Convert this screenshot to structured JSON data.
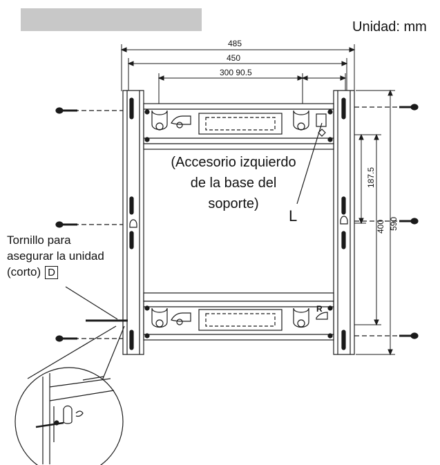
{
  "unit_label": "Unidad: mm",
  "dimensions": {
    "total_width": "485",
    "frame_width": "450",
    "hole_spacing": "300 90.5",
    "vertical_short": "187.5",
    "vertical_mid": "400",
    "vertical_total": "590"
  },
  "accessory_label": {
    "line1": "(Accesorio izquierdo",
    "line2": "de la base del",
    "line3": "soporte)"
  },
  "side_letter": "L",
  "lower_bracket_letter": "R",
  "screw_label": {
    "line1": "Tornillo para",
    "line2": "asegurar la unidad",
    "line3": "(corto)",
    "part_letter": "D"
  },
  "colors": {
    "line": "#1a1a1a",
    "header_bar": "#c8c8c8"
  }
}
